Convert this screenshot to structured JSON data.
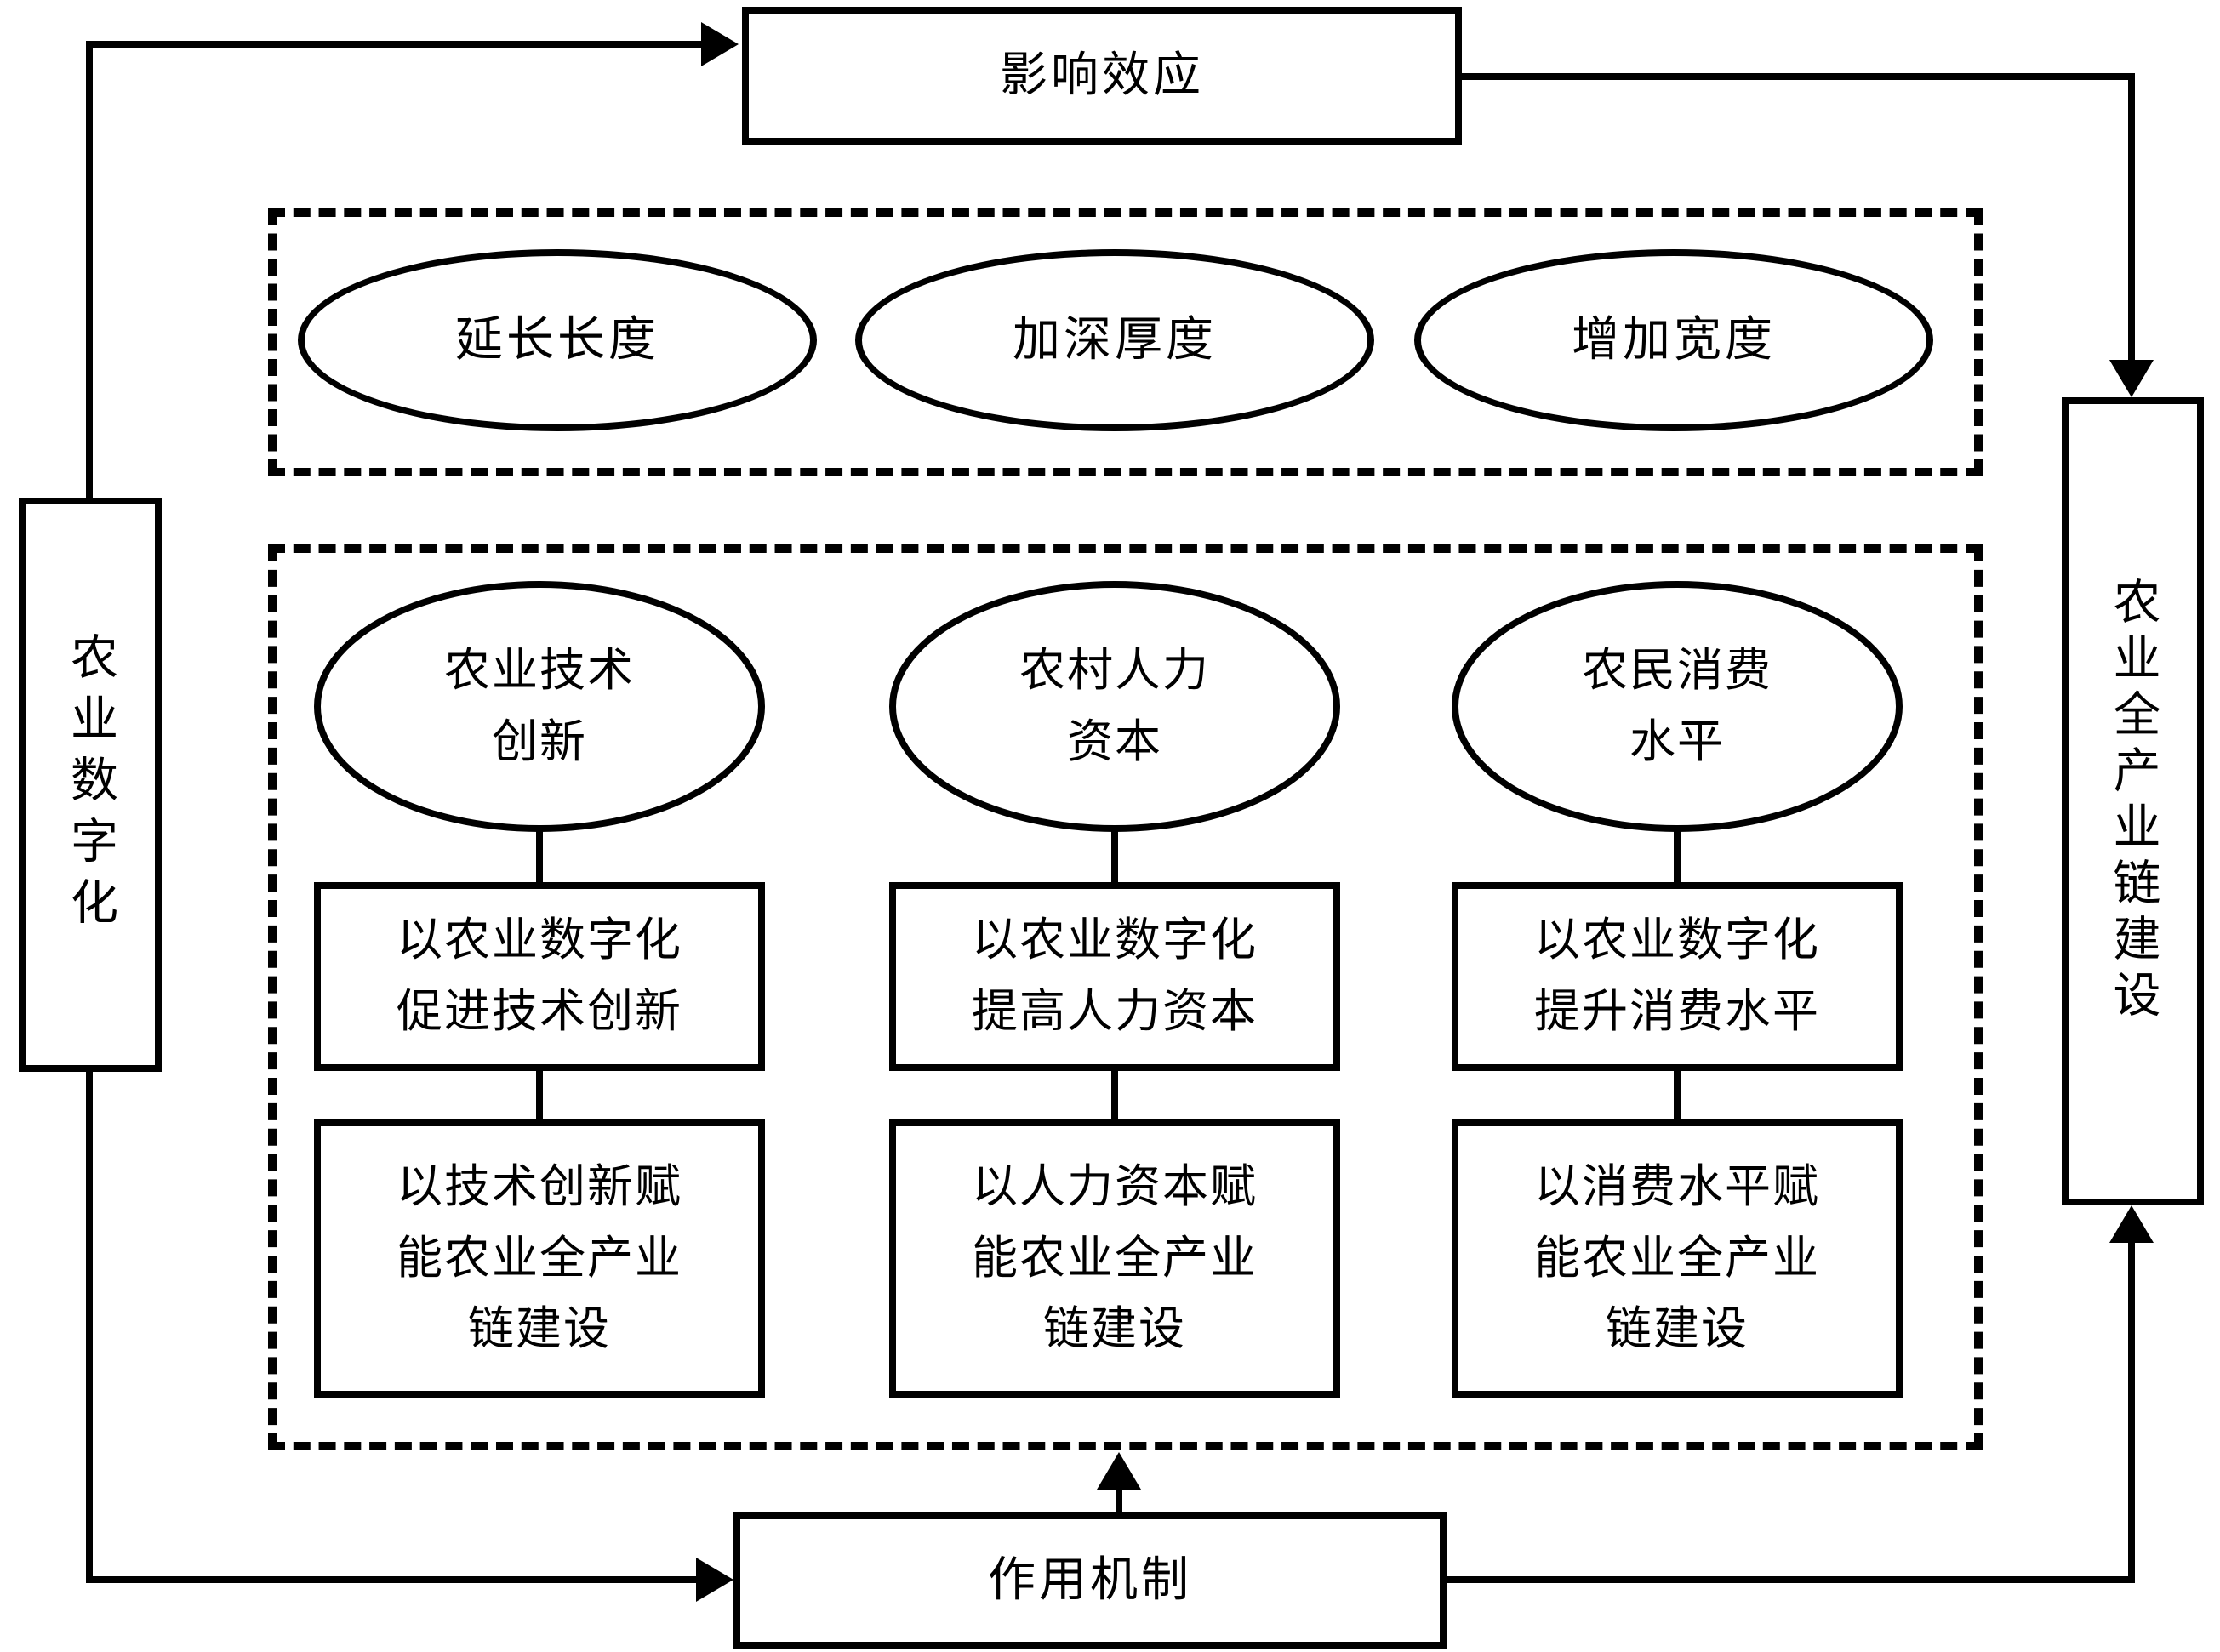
{
  "diagram": {
    "title_hint": "农业数字化对农业全产业链建设的影响机制图",
    "colors": {
      "stroke": "#000000",
      "background": "#ffffff"
    },
    "left_box": {
      "label": "农业数字化"
    },
    "right_box": {
      "label": "农业全产业链建设"
    },
    "top_box": {
      "label": "影响效应"
    },
    "bottom_box": {
      "label": "作用机制"
    },
    "effects": [
      "延长长度",
      "加深厚度",
      "增加宽度"
    ],
    "mechanism_columns": [
      {
        "ellipse_label": "农业技术\n创新",
        "step1_label": "以农业数字化\n促进技术创新",
        "step2_label": "以技术创新赋\n能农业全产业\n链建设"
      },
      {
        "ellipse_label": "农村人力\n资本",
        "step1_label": "以农业数字化\n提高人力资本",
        "step2_label": "以人力资本赋\n能农业全产业\n链建设"
      },
      {
        "ellipse_label": "农民消费\n水平",
        "step1_label": "以农业数字化\n提升消费水平",
        "step2_label": "以消费水平赋\n能农业全产业\n链建设"
      }
    ]
  }
}
